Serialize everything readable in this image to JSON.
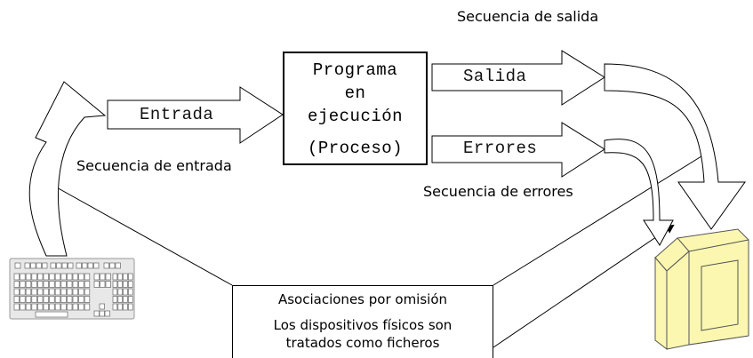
{
  "labels": {
    "output_stream": "Secuencia de salida",
    "input_stream": "Secuencia de entrada",
    "error_stream": "Secuencia de errores"
  },
  "arrows": {
    "input": "Entrada",
    "output": "Salida",
    "errors": "Errores"
  },
  "process": {
    "line1": "Programa",
    "line2": "en",
    "line3": "ejecución",
    "line4": "(Proceso)"
  },
  "associations": {
    "title": "Asociaciones por omisión",
    "line1": "Los dispositivos físicos son",
    "line2": "tratados como ficheros"
  },
  "colors": {
    "monitor": "#fbf7b0",
    "monitor_outline": "#555555",
    "keyboard_body": "#e8e8e8",
    "keyboard_keys": "#ffffff"
  },
  "icons": [
    "keyboard-icon",
    "monitor-icon"
  ]
}
